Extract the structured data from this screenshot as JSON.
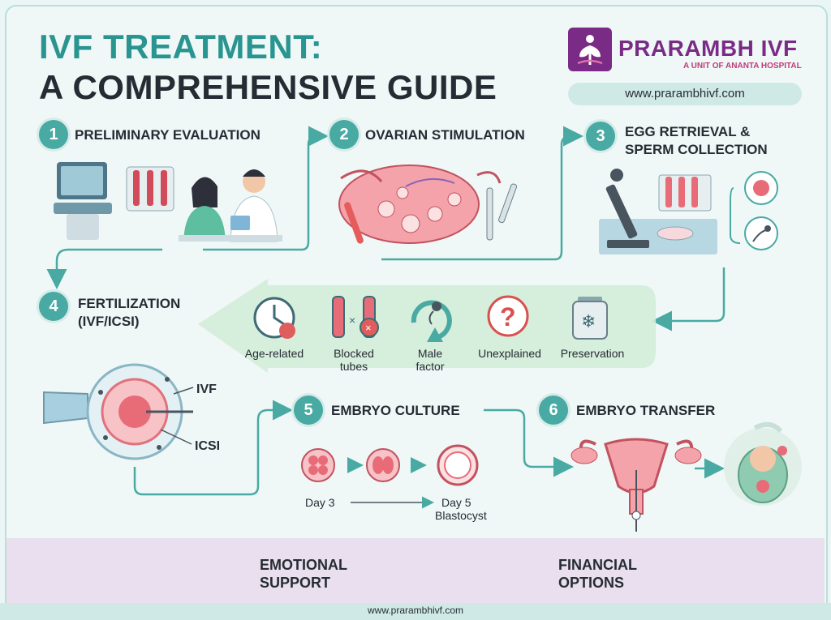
{
  "header": {
    "title_line1": "IVF TREATMENT:",
    "title_line2": "A COMPREHENSIVE GUIDE"
  },
  "brand": {
    "name": "PRARAMBH IVF",
    "subtitle": "A UNIT OF ANANTA HOSPITAL",
    "website": "www.prarambhivf.com"
  },
  "steps": [
    {
      "number": "1",
      "label": "PRELIMINARY EVALUATION"
    },
    {
      "number": "2",
      "label": "OVARIAN STIMULATION"
    },
    {
      "number": "3",
      "label_line1": "EGG RETRIEVAL &",
      "label_line2": "SPERM COLLECTION"
    },
    {
      "number": "4",
      "label_line1": "FERTILIZATION",
      "label_line2": "(IVF/ICSI)"
    },
    {
      "number": "5",
      "label": "EMBRYO CULTURE"
    },
    {
      "number": "6",
      "label": "EMBRYO TRANSFER"
    }
  ],
  "factors": [
    {
      "line1": "Age-related",
      "line2": ""
    },
    {
      "line1": "Blocked",
      "line2": "tubes"
    },
    {
      "line1": "Male",
      "line2": "factor"
    },
    {
      "line1": "Unexplained",
      "line2": ""
    },
    {
      "line1": "Preservation",
      "line2": ""
    }
  ],
  "fertilization": {
    "ivf_label": "IVF",
    "icsi_label": "ICSI"
  },
  "culture": {
    "day3": "Day 3",
    "day5_line1": "Day 5",
    "day5_line2": "Blastocyst"
  },
  "support": [
    {
      "line1": "EMOTIONAL",
      "line2": "SUPPORT"
    },
    {
      "line1": "FINANCIAL",
      "line2": "OPTIONS"
    }
  ],
  "footer": {
    "website": "www.prarambhivf.com"
  },
  "colors": {
    "teal": "#48aaa2",
    "purple": "#7a2b86",
    "pink": "#e8707a",
    "dark": "#262c33"
  }
}
